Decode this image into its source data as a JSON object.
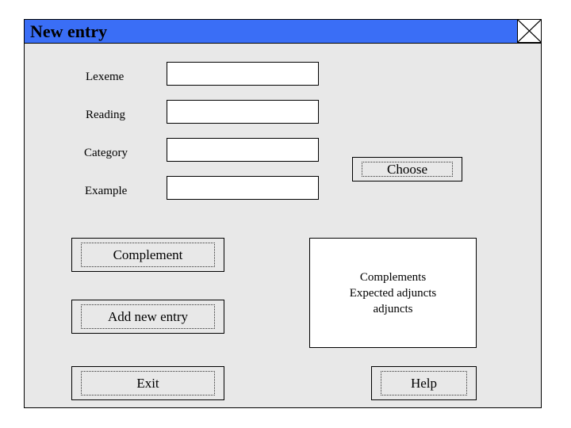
{
  "window": {
    "title": "New entry",
    "title_bar_color": "#3a6ef6",
    "close_icon": "close-icon"
  },
  "form": {
    "fields": [
      {
        "label": "Lexeme",
        "value": ""
      },
      {
        "label": "Reading",
        "value": ""
      },
      {
        "label": "Category",
        "value": ""
      },
      {
        "label": "Example",
        "value": ""
      }
    ]
  },
  "buttons": {
    "choose": "Choose",
    "complement": "Complement",
    "add_new_entry": "Add new entry",
    "exit": "Exit",
    "help": "Help"
  },
  "info_box": {
    "lines": [
      "Complements",
      "Expected adjuncts",
      "adjuncts"
    ]
  }
}
